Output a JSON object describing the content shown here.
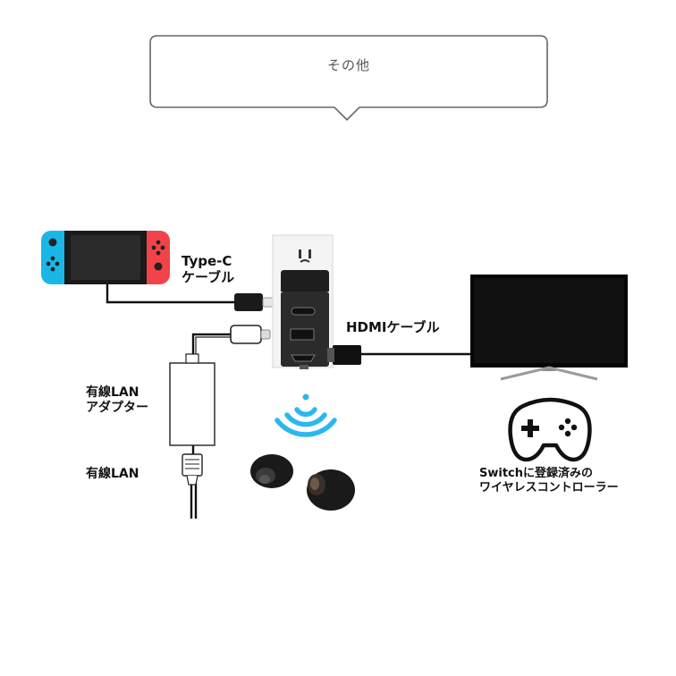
{
  "bubble": {
    "text": "その他"
  },
  "labels": {
    "typec": [
      "Type-C",
      "ケーブル"
    ],
    "hdmi": "HDMIケーブル",
    "adapter": [
      "有線LAN",
      "アダプター"
    ],
    "lan": "有線LAN",
    "controller": [
      "Switchに登録済みの",
      "ワイヤレスコントローラー"
    ]
  },
  "colors": {
    "joycon_left": "#19b7e8",
    "joycon_right": "#f2434b",
    "wireless_waves": "#2ab8ef",
    "cable": "#111111",
    "adapter_body": "#2b2b2b"
  },
  "icons": {
    "gamepad": "gamepad-icon",
    "wireless": "wireless-waves-icon"
  }
}
